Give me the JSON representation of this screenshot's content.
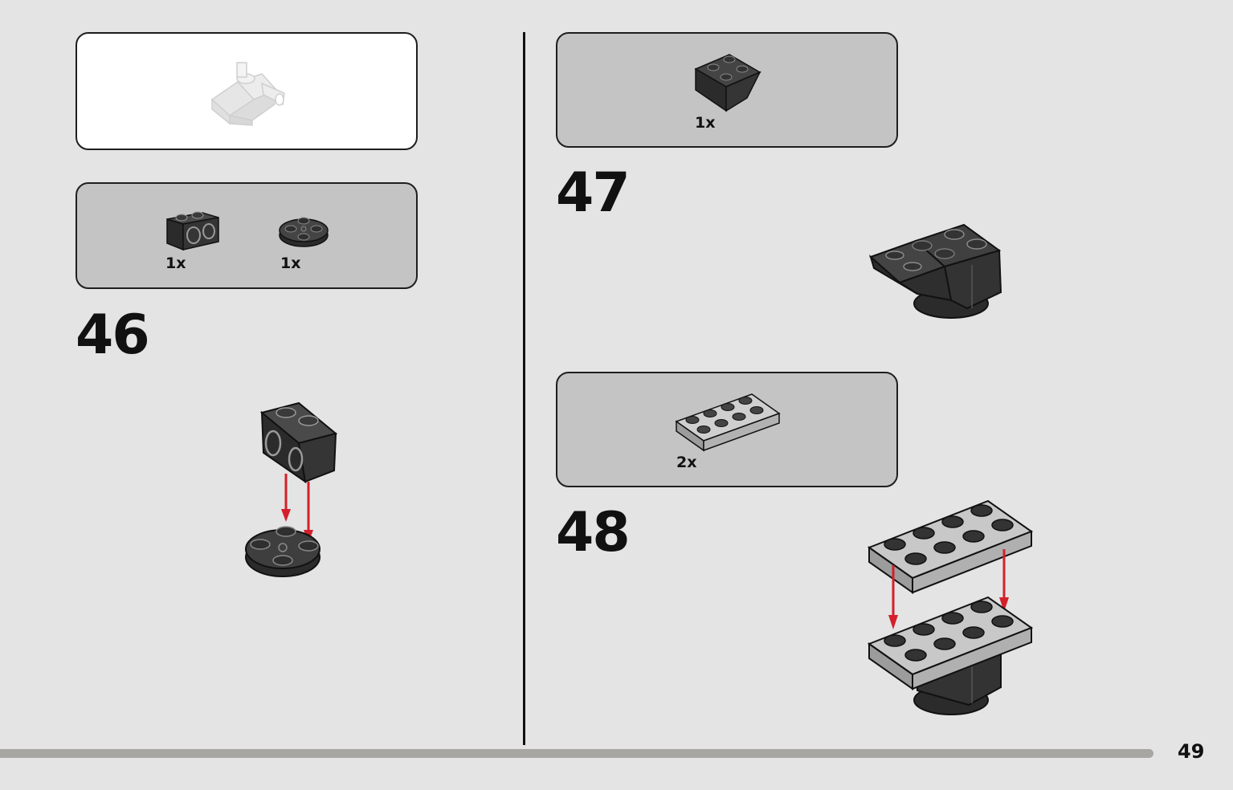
{
  "page": {
    "number": "49"
  },
  "colors": {
    "background": "#e4e4e4",
    "panel_grey": "#c4c4c4",
    "brick_black": "#2a2a2a",
    "brick_grey": "#bdbdbd",
    "arrow_red": "#d3202c",
    "footer_bar": "#a8a6a3"
  },
  "steps": [
    {
      "number": "46",
      "parts": [
        {
          "qty": "1x",
          "part": "black-technic-brick-1x2"
        },
        {
          "qty": "1x",
          "part": "black-round-plate-2x2"
        }
      ]
    },
    {
      "number": "47",
      "parts": [
        {
          "qty": "1x",
          "part": "black-inverted-slope-2x2"
        }
      ]
    },
    {
      "number": "48",
      "parts": [
        {
          "qty": "2x",
          "part": "grey-plate-2x4"
        }
      ]
    }
  ],
  "subassembly": {
    "part": "ghosted-assembly-preview-icon"
  }
}
